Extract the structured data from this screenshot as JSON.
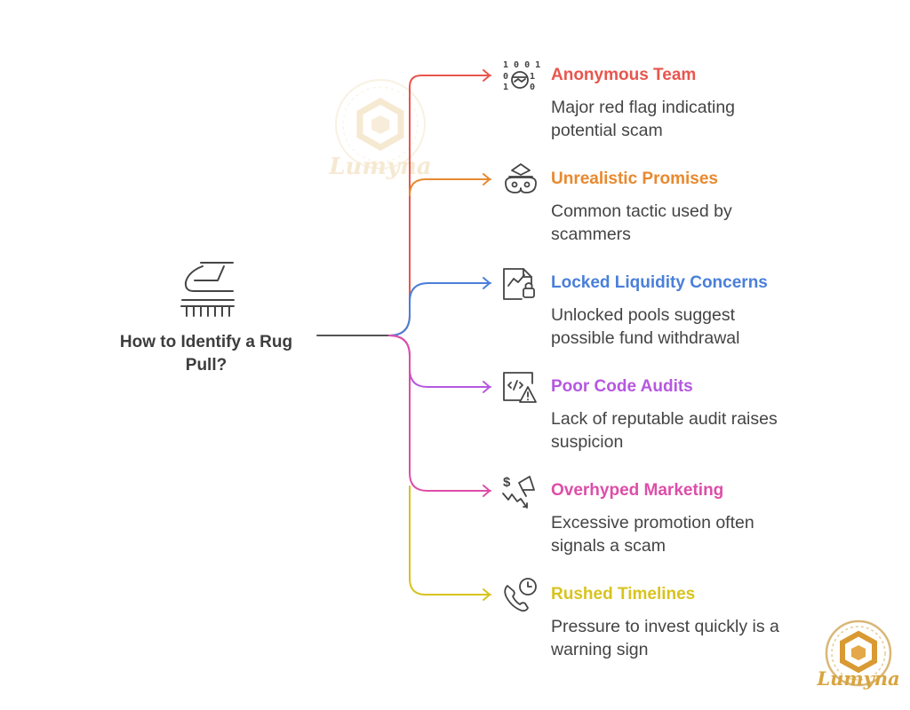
{
  "root": {
    "title_line1": "How to Identify a Rug",
    "title_line2": "Pull?",
    "icon": "scanner-icon"
  },
  "items": [
    {
      "title": "Anonymous Team",
      "desc1": "Major red flag indicating",
      "desc2": "potential scam",
      "color": "#e8564e",
      "icon": "masked-face-binary-icon"
    },
    {
      "title": "Unrealistic Promises",
      "desc1": "Common tactic used by",
      "desc2": "scammers",
      "color": "#e8892f",
      "icon": "thief-mask-icon"
    },
    {
      "title": "Locked Liquidity Concerns",
      "desc1": "Unlocked pools suggest",
      "desc2": "possible fund withdrawal",
      "color": "#4a7fd9",
      "icon": "chart-lock-icon"
    },
    {
      "title": "Poor Code Audits",
      "desc1": "Lack of reputable audit raises",
      "desc2": "suspicion",
      "color": "#b558e0",
      "icon": "code-warning-icon"
    },
    {
      "title": "Overhyped Marketing",
      "desc1": "Excessive promotion often",
      "desc2": "signals a scam",
      "color": "#dd4ea8",
      "icon": "megaphone-dollar-icon"
    },
    {
      "title": "Rushed Timelines",
      "desc1": "Pressure to invest quickly is a",
      "desc2": "warning sign",
      "color": "#d8c31e",
      "icon": "clock-phone-icon"
    }
  ],
  "watermark": {
    "text": "Lumyna"
  }
}
